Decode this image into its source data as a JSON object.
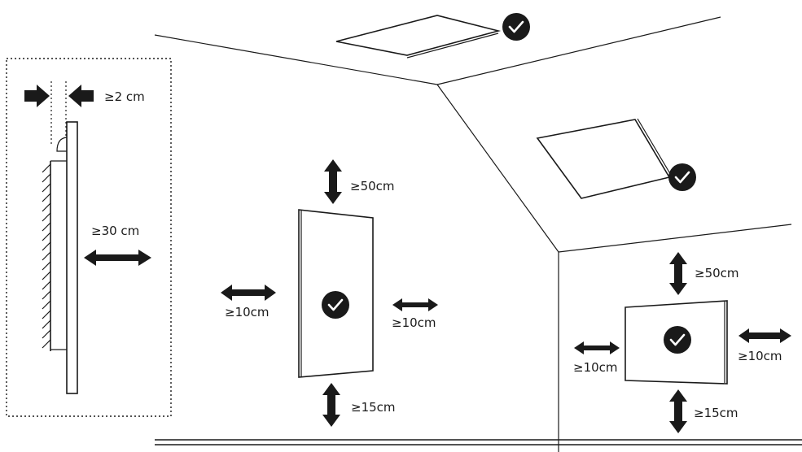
{
  "colors": {
    "ink": "#1a1a1a",
    "background": "#ffffff"
  },
  "side_view": {
    "gap_label": "≥2 cm",
    "front_label": "≥30 cm"
  },
  "wall_panel_vertical": {
    "top_label": "≥50cm",
    "left_label": "≥10cm",
    "right_label": "≥10cm",
    "bottom_label": "≥15cm",
    "badge_icon": "check-icon"
  },
  "wall_panel_horizontal": {
    "top_label": "≥50cm",
    "left_label": "≥10cm",
    "right_label": "≥10cm",
    "bottom_label": "≥15cm",
    "badge_icon": "check-icon"
  },
  "ceiling_panels": [
    {
      "badge_icon": "check-icon"
    },
    {
      "badge_icon": "check-icon"
    }
  ]
}
